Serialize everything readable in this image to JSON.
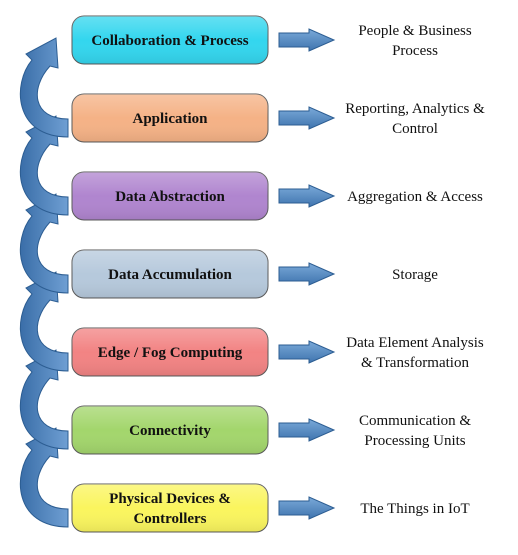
{
  "layers": [
    {
      "label": [
        "Collaboration & Process"
      ],
      "description": [
        "People & Business",
        "Process"
      ],
      "color": "#33d6ee"
    },
    {
      "label": [
        "Application"
      ],
      "description": [
        "Reporting, Analytics &",
        "Control"
      ],
      "color": "#f5b286"
    },
    {
      "label": [
        "Data Abstraction"
      ],
      "description": [
        "Aggregation & Access"
      ],
      "color": "#b085cf"
    },
    {
      "label": [
        "Data Accumulation"
      ],
      "description": [
        "Storage"
      ],
      "color": "#b6c9dc"
    },
    {
      "label": [
        "Edge / Fog Computing"
      ],
      "description": [
        "Data Element Analysis",
        "& Transformation"
      ],
      "color": "#f28383"
    },
    {
      "label": [
        "Connectivity"
      ],
      "description": [
        "Communication &",
        "Processing Units"
      ],
      "color": "#a3d66c"
    },
    {
      "label": [
        "Physical Devices &",
        "Controllers"
      ],
      "description": [
        "The Things in IoT"
      ],
      "color": "#faf55e"
    }
  ],
  "colors": {
    "arrow_fill": "#4a82be",
    "arrow_stroke": "#2c5d92",
    "box_stroke": "#5a5a5a"
  }
}
